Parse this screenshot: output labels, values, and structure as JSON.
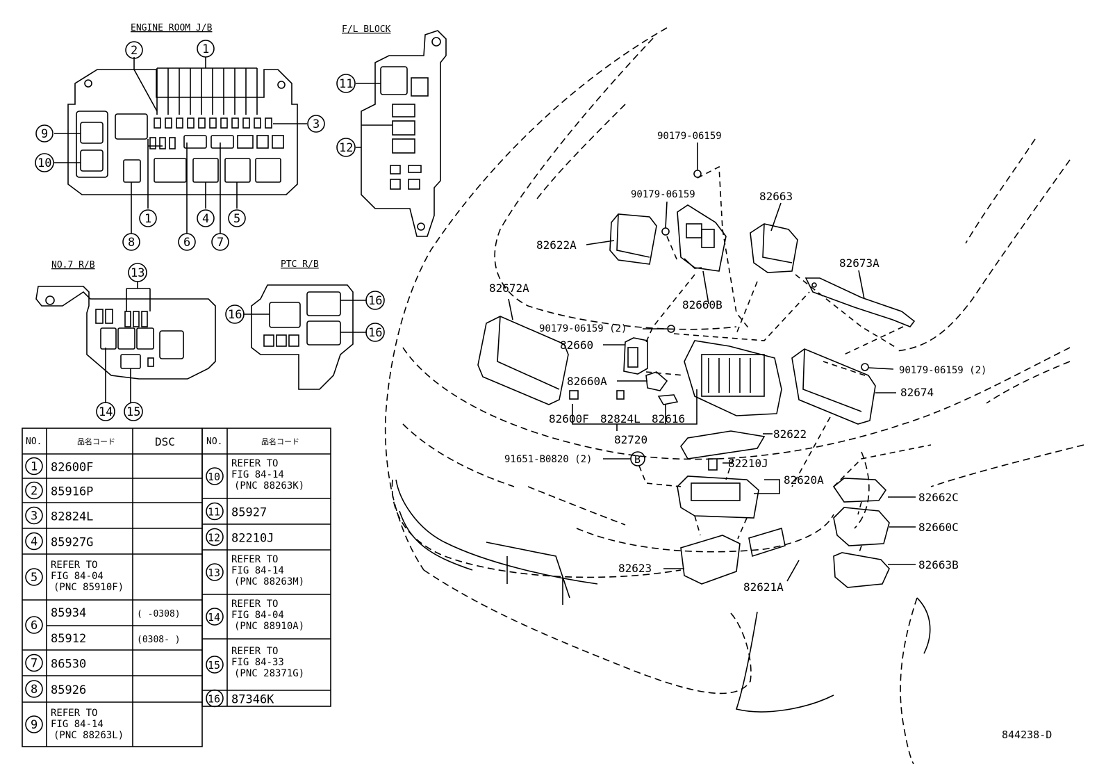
{
  "sections": {
    "engine_room": "ENGINE ROOM J/B",
    "fl_block": "F/L BLOCK",
    "no7": "NO.7 R/B",
    "ptc": "PTC R/B"
  },
  "callouts": {
    "n1": "1",
    "n2": "2",
    "n3": "3",
    "n4": "4",
    "n5": "5",
    "n6": "6",
    "n7": "7",
    "n8": "8",
    "n9": "9",
    "n10": "10",
    "n11": "11",
    "n12": "12",
    "n13": "13",
    "n14": "14",
    "n15": "15",
    "n16": "16",
    "b": "B"
  },
  "parts": {
    "p1": "90179-06159",
    "p2": "90179-06159",
    "p3": "82663",
    "p4": "82622A",
    "p5": "82673A",
    "p6": "82660B",
    "p7": "82672A",
    "p8": "90179-06159 (2)",
    "p9": "82660",
    "p10": "90179-06159 (2)",
    "p11": "82660A",
    "p12": "82674",
    "p13": "82600F",
    "p14": "82824L",
    "p15": "82616",
    "p16": "82720",
    "p17": "82622",
    "p18": "91651-B0820 (2)",
    "p19": "82210J",
    "p20": "82620A",
    "p21": "82662C",
    "p22": "82660C",
    "p23": "82663B",
    "p24": "82623",
    "p25": "82621A"
  },
  "table": {
    "headers": {
      "no": "NO.",
      "code": "品名コード",
      "dsc": "DSC"
    },
    "left": [
      {
        "no": "1",
        "code": "82600F"
      },
      {
        "no": "2",
        "code": "85916P"
      },
      {
        "no": "3",
        "code": "82824L"
      },
      {
        "no": "4",
        "code": "85927G"
      },
      {
        "no": "5",
        "l1": "REFER TO",
        "l2": "FIG 84-04",
        "l3": "(PNC 85910F)"
      },
      {
        "no": "6",
        "code": "85934",
        "dsc": "(      -0308)",
        "code2": "85912",
        "dsc2": "(0308-      )"
      },
      {
        "no": "7",
        "code": "86530"
      },
      {
        "no": "8",
        "code": "85926"
      },
      {
        "no": "9",
        "l1": "REFER TO",
        "l2": "FIG 84-14",
        "l3": "(PNC 88263L)"
      }
    ],
    "right": [
      {
        "no": "10",
        "l1": "REFER TO",
        "l2": "FIG 84-14",
        "l3": "(PNC 88263K)"
      },
      {
        "no": "11",
        "code": "85927"
      },
      {
        "no": "12",
        "code": "82210J"
      },
      {
        "no": "13",
        "l1": "REFER TO",
        "l2": "FIG 84-14",
        "l3": "(PNC 88263M)"
      },
      {
        "no": "14",
        "l1": "REFER TO",
        "l2": "FIG 84-04",
        "l3": "(PNC 88910A)"
      },
      {
        "no": "15",
        "l1": "REFER TO",
        "l2": "FIG 84-33",
        "l3": "(PNC 28371G)"
      },
      {
        "no": "16",
        "code": "87346K"
      }
    ]
  },
  "figure_ref": "844238-D"
}
